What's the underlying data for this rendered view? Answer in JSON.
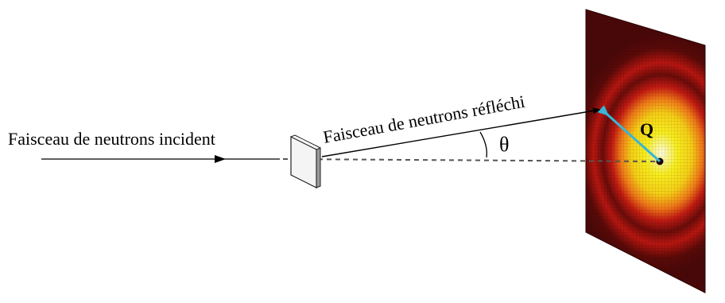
{
  "labels": {
    "incident_beam": "Faisceau de neutrons incident",
    "reflected_beam": "Faisceau de neutrons réfléchi",
    "angle": "θ",
    "scattering_vector": "Q"
  },
  "colors": {
    "line": "#000000",
    "dashed_line": "#555555",
    "q_arrow": "#37b6d6",
    "detector_dark": "#4a0808",
    "detector_red": "#c21a12",
    "detector_orange": "#f07a18",
    "detector_yellow": "#f8ee1e",
    "sample_face": "#f4f4f4"
  }
}
